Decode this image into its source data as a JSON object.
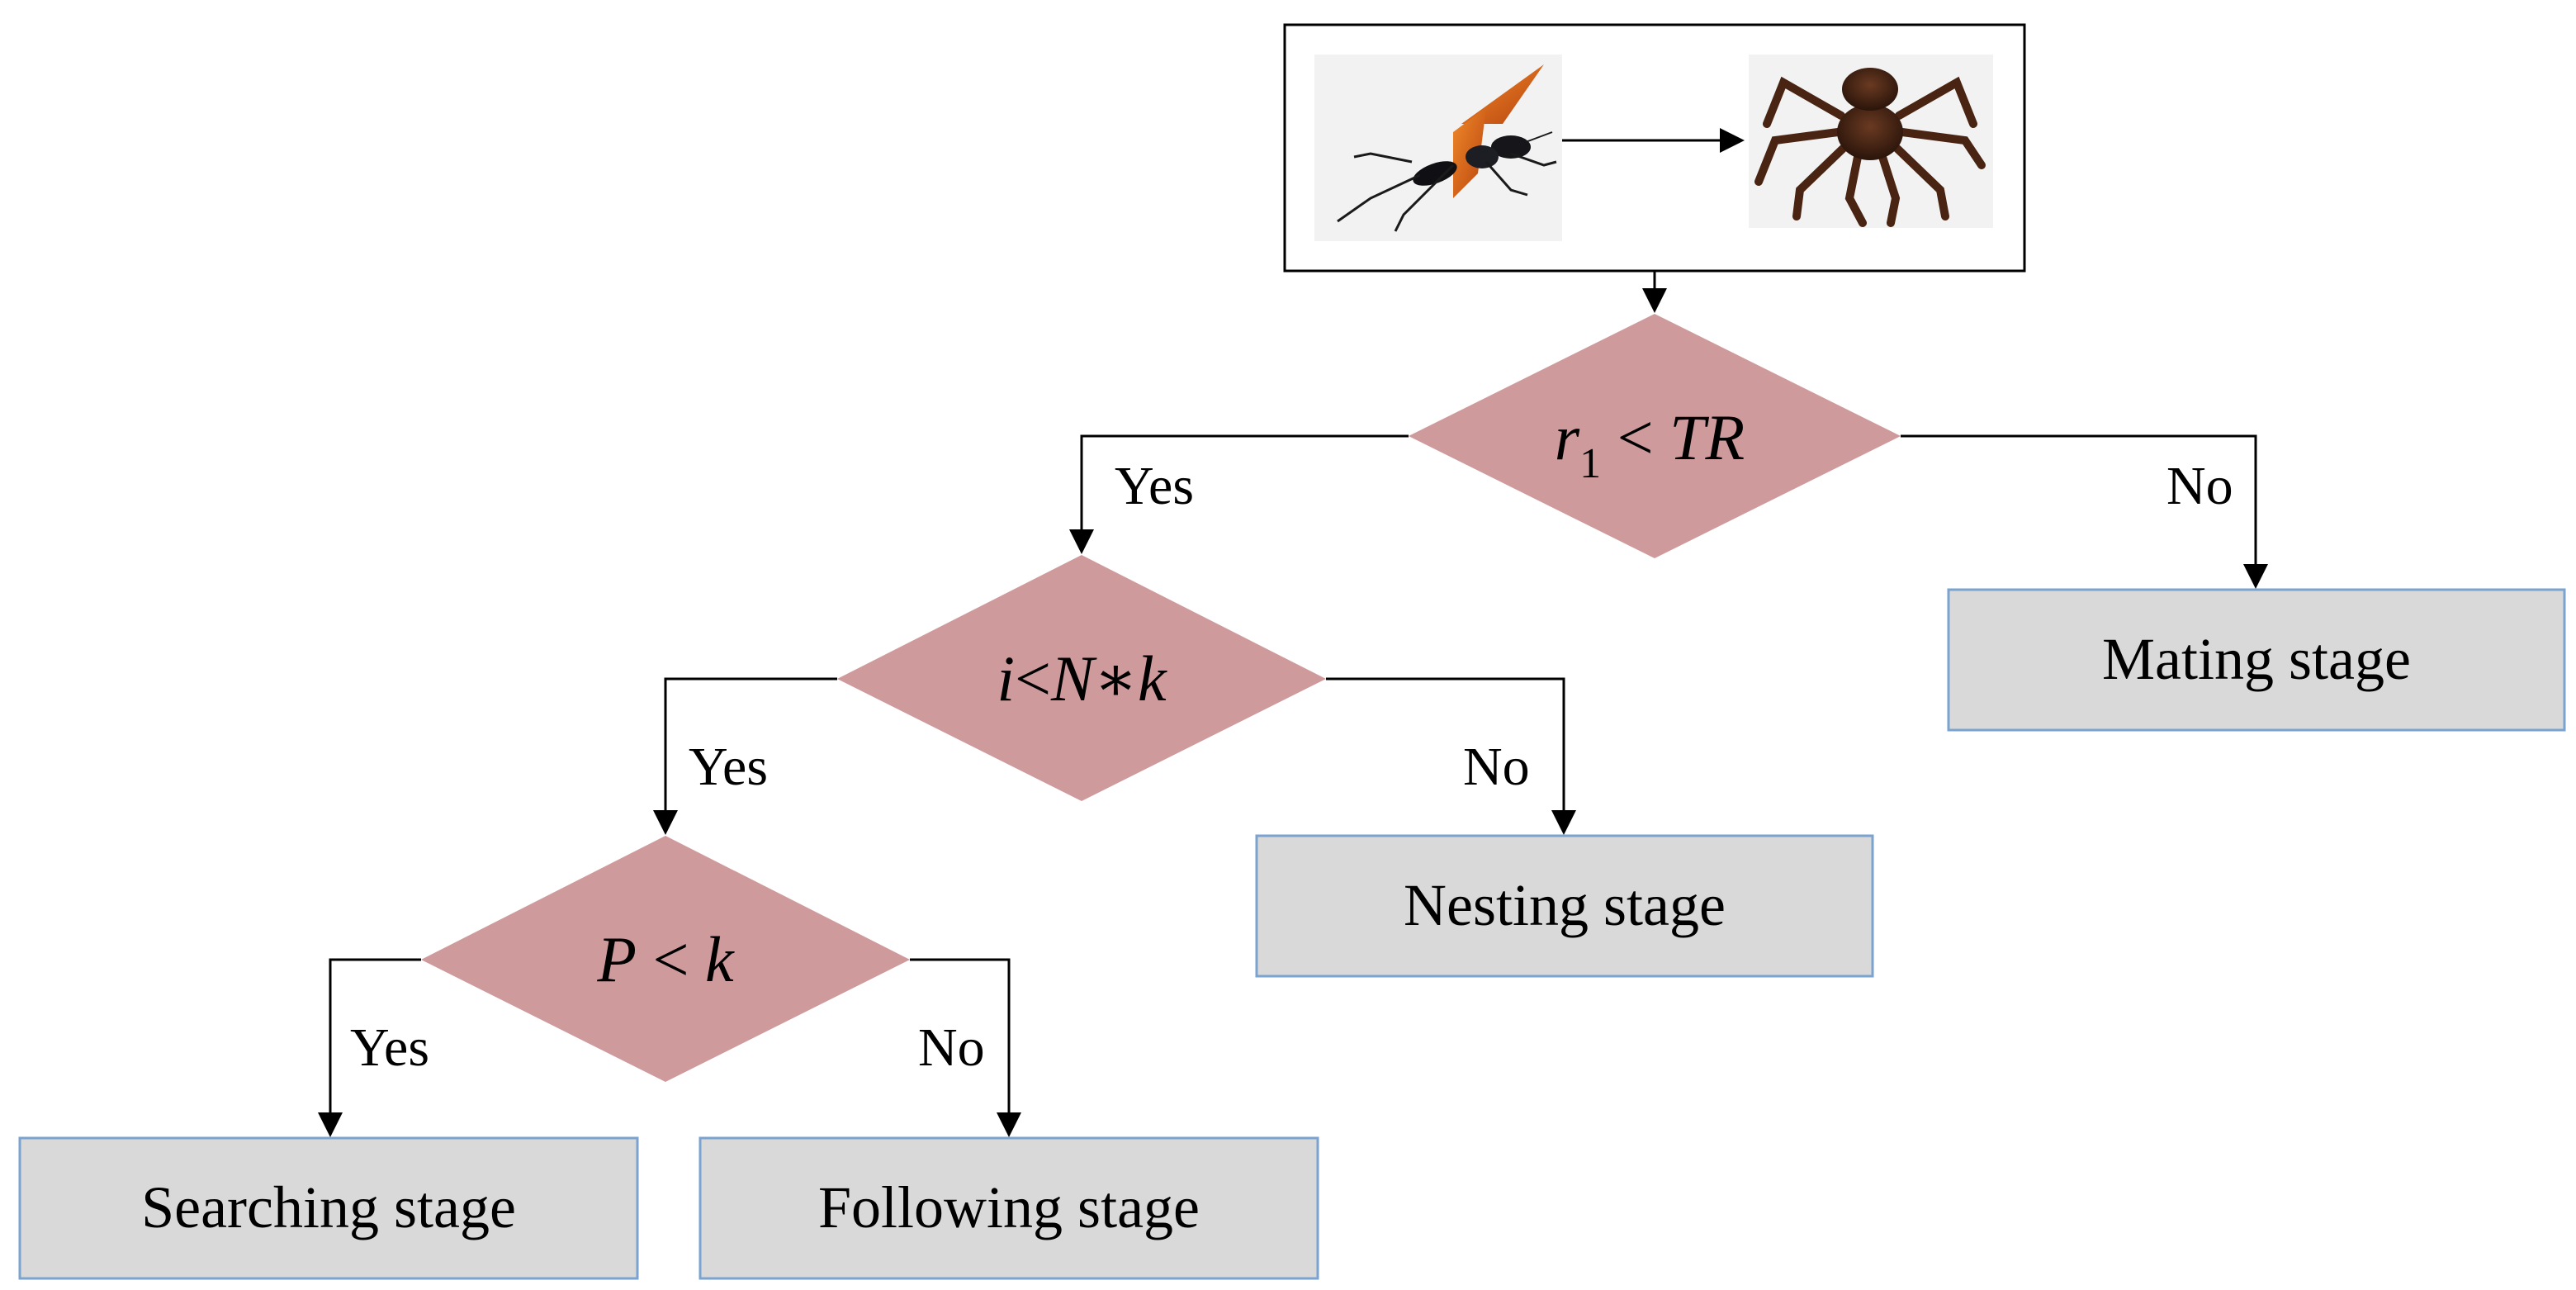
{
  "colors": {
    "decision_fill": "#cf9a9c",
    "stage_fill": "#d9d9d9",
    "stage_border": "#7aa3d0",
    "line": "#000000"
  },
  "top_box": {
    "left_image": "tarantula-hawk-wasp",
    "right_image": "tarantula-spider"
  },
  "decisions": {
    "d1": {
      "var": "r",
      "sub": "1",
      "op": " < ",
      "rhs": "TR"
    },
    "d2": {
      "lhs": "i",
      "op": "<",
      "rhs1": "N",
      "star": "∗",
      "rhs2": "k"
    },
    "d3": {
      "lhs": "P",
      "op": " < ",
      "rhs": "k"
    }
  },
  "branch_labels": {
    "d1_yes": "Yes",
    "d1_no": "No",
    "d2_yes": "Yes",
    "d2_no": "No",
    "d3_yes": "Yes",
    "d3_no": "No"
  },
  "stages": {
    "mating": "Mating stage",
    "nesting": "Nesting stage",
    "searching": "Searching stage",
    "following": "Following stage"
  }
}
